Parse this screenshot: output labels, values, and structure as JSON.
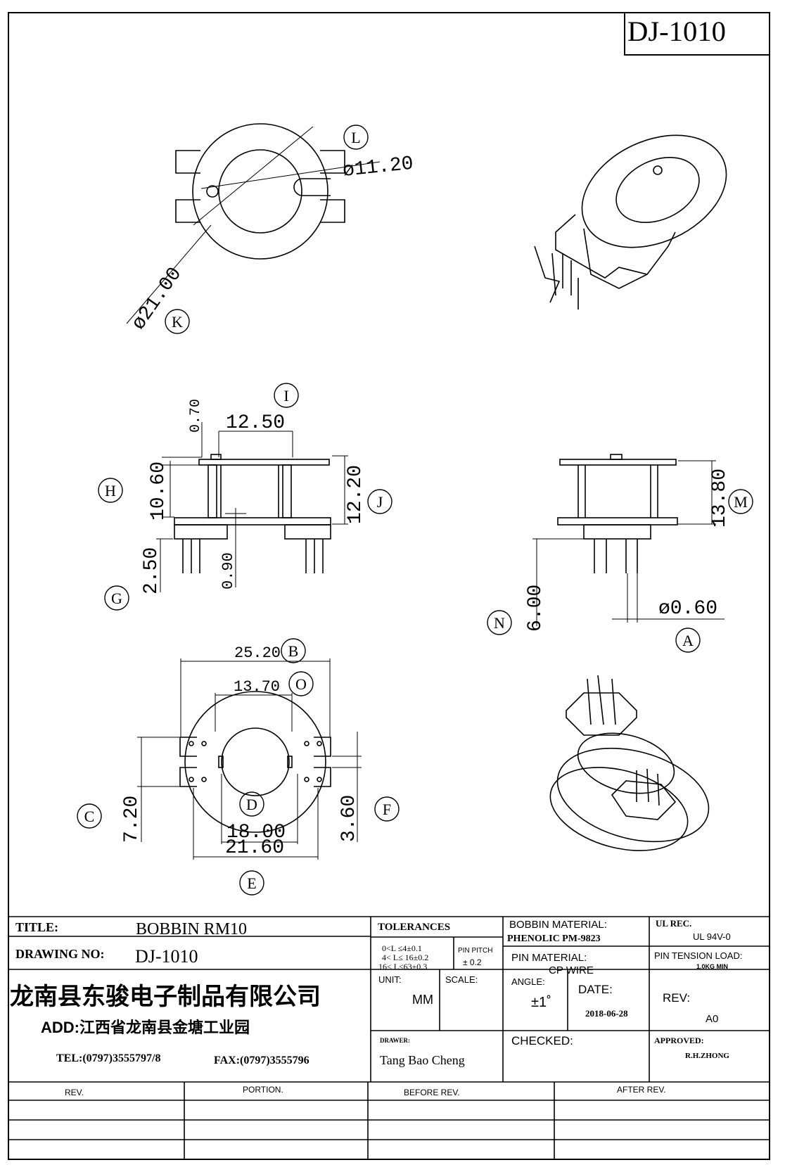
{
  "drawing_code": "DJ-1010",
  "views": {
    "top_view": {
      "callout_l": "L",
      "dim_inner_dia": "ø11.20",
      "dim_outer_dia": "ø21.00",
      "callout_k": "K"
    },
    "front_view": {
      "callout_i": "I",
      "dim_0_70": "0.70",
      "dim_12_50": "12.50",
      "callout_h": "H",
      "dim_10_60": "10.60",
      "dim_12_20": "12.20",
      "callout_j": "J",
      "dim_2_50": "2.50",
      "dim_0_90": "0.90",
      "callout_g": "G"
    },
    "side_view": {
      "dim_13_80": "13.80",
      "callout_m": "M",
      "dim_6_00": "6.00",
      "callout_n": "N",
      "dim_pin_dia": "ø0.60",
      "callout_a": "A"
    },
    "bottom_view": {
      "dim_25_20": "25.20",
      "callout_b": "B",
      "dim_13_70": "13.70",
      "callout_o": "O",
      "callout_c": "C",
      "dim_7_20": "7.20",
      "callout_d": "D",
      "dim_18_00": "18.00",
      "dim_21_60": "21.60",
      "dim_3_60": "3.60",
      "callout_f": "F",
      "callout_e": "E"
    }
  },
  "title_block": {
    "title_label": "TITLE:",
    "title_value": "BOBBIN RM10",
    "drawing_no_label": "DRAWING NO:",
    "drawing_no_value": "DJ-1010",
    "company_name": "龙南县东骏电子制品有限公司",
    "address": "ADD:江西省龙南县金塘工业园",
    "tel": "TEL:(0797)3555797/8",
    "fax": "FAX:(0797)3555796",
    "tolerances_label": "TOLERANCES",
    "tol_line1": "0<L ≤4±0.1",
    "tol_line2": "4< L≤ 16±0.2",
    "tol_line3": "16< L≤63±0.3",
    "pin_pitch_label": "PIN PITCH",
    "pin_pitch_value": "± 0.2",
    "unit_label": "UNIT:",
    "unit_value": "MM",
    "scale_label": "SCALE:",
    "drawer_label": "DRAWER:",
    "drawer_value": "Tang Bao Cheng",
    "bobbin_material_label": "BOBBIN MATERIAL:",
    "bobbin_material_value": "PHENOLIC  PM-9823",
    "pin_material_label": "PIN MATERIAL:",
    "pin_material_value": "CP WIRE",
    "angle_label": "ANGLE:",
    "angle_value": "±1˚",
    "date_label": "DATE:",
    "date_value": "2018-06-28",
    "checked_label": "CHECKED:",
    "ul_rec_label": "UL REC.",
    "ul_rec_value": "UL  94V-0",
    "pin_tension_label": "PIN TENSION LOAD:",
    "pin_tension_value": "1.0KG MIN",
    "rev_label": "REV:",
    "rev_value": "A0",
    "approved_label": "APPROVED:",
    "approved_value": "R.H.ZHONG"
  },
  "revision_table": {
    "headers": [
      "REV.",
      "PORTION.",
      "BEFORE REV.",
      "AFTER REV."
    ]
  }
}
